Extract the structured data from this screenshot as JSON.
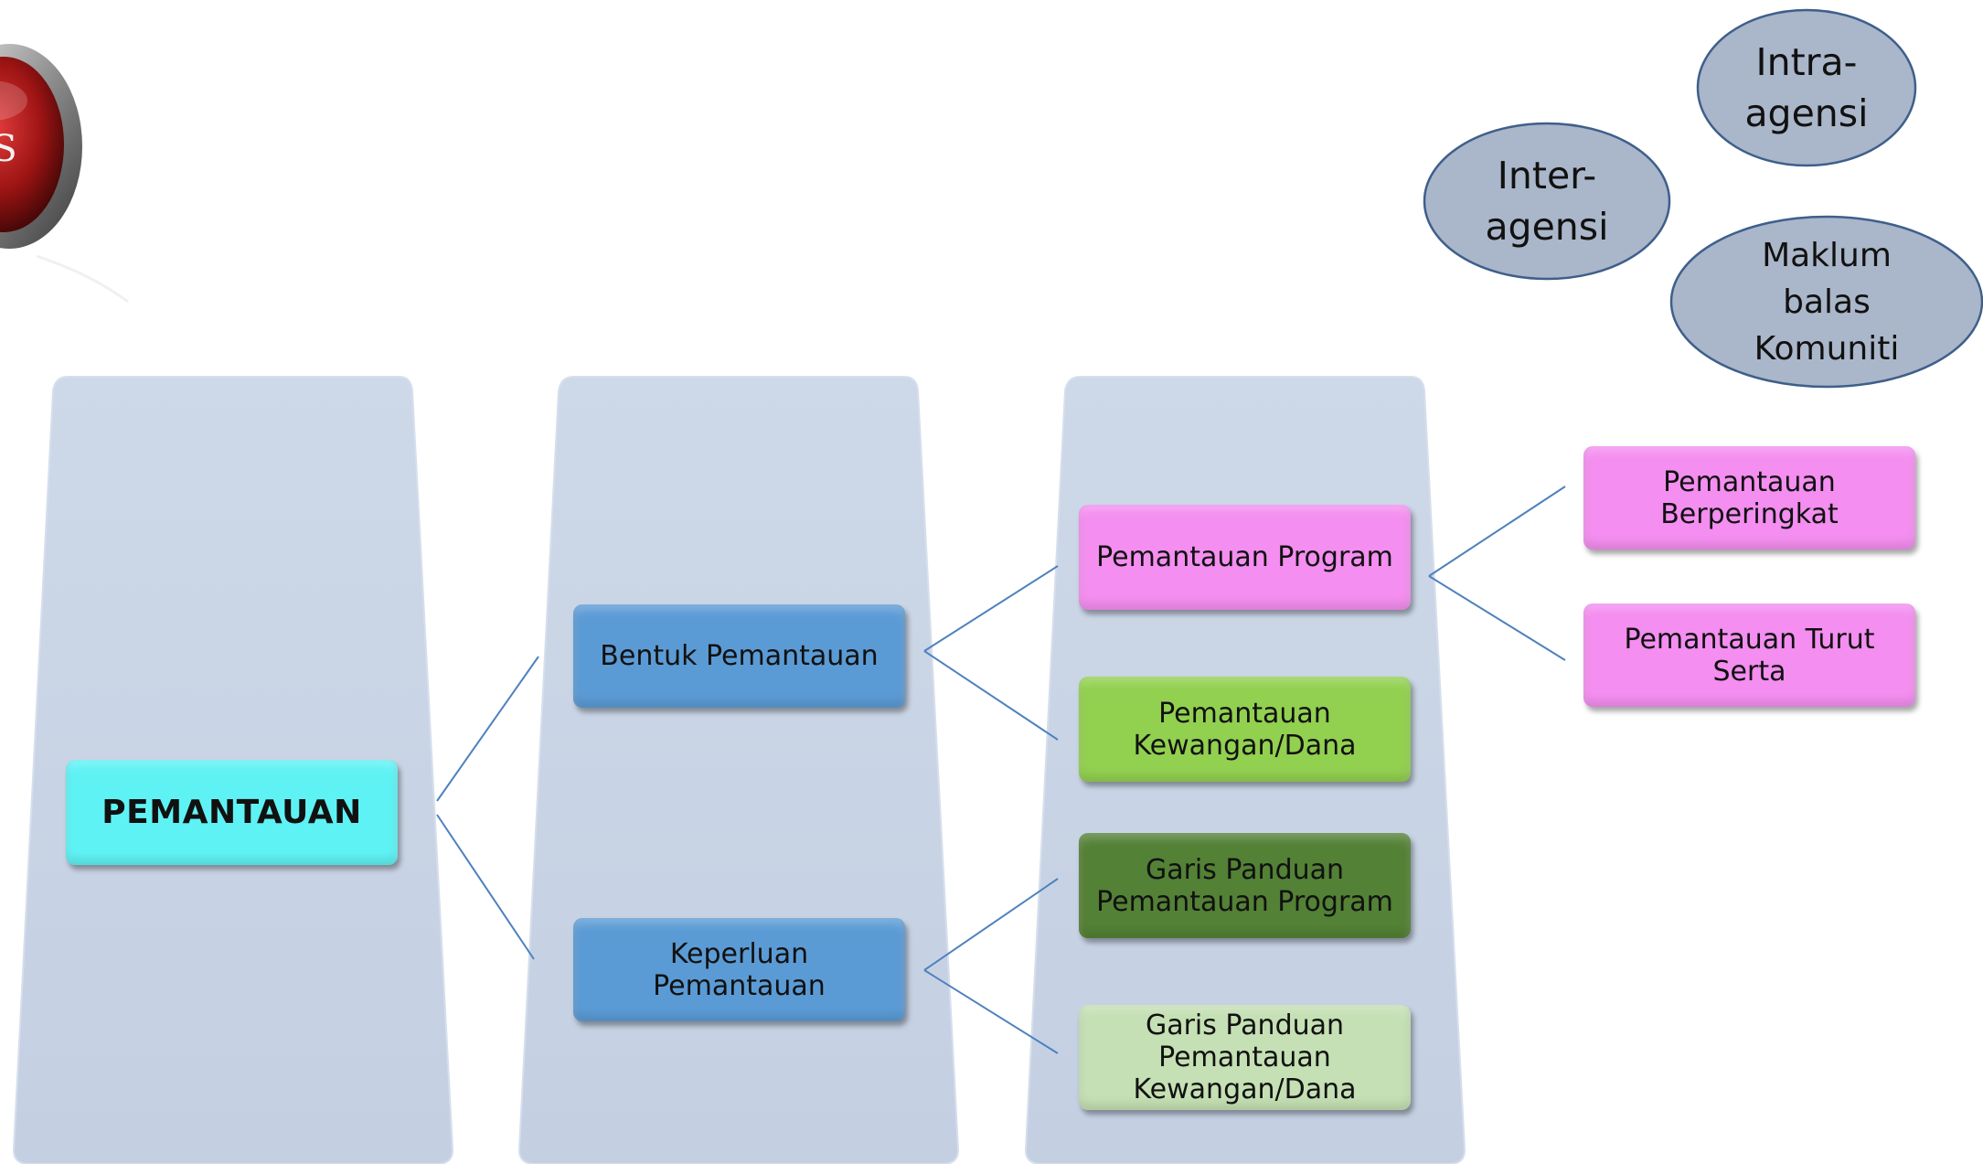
{
  "colors": {
    "panel": "#c9d5e6",
    "connector": "#4f81bd",
    "root_box": "#5ff2f4",
    "level1_box": "#5b9bd5",
    "program_pink": "#f48ef0",
    "finance_green": "#92d050",
    "guideline_dark_green": "#538135",
    "guideline_light_green": "#c5e0b4",
    "bubble_fill": "#aab6c9",
    "bubble_border": "#3e5f8a"
  },
  "logo": {
    "icon": "red-emblem-icon",
    "letter": "S"
  },
  "diagram": {
    "root": {
      "label": "PEMANTAUAN"
    },
    "level1": [
      {
        "label": "Bentuk Pemantauan"
      },
      {
        "label": "Keperluan\nPemantauan"
      }
    ],
    "level2": [
      {
        "label": "Pemantauan Program"
      },
      {
        "label": "Pemantauan\nKewangan/Dana"
      },
      {
        "label": "Garis Panduan\nPemantauan Program"
      },
      {
        "label": "Garis Panduan\nPemantauan\nKewangan/Dana"
      }
    ],
    "level3": [
      {
        "label": "Pemantauan\nBerperingkat"
      },
      {
        "label": "Pemantauan Turut\nSerta"
      }
    ]
  },
  "bubbles": [
    {
      "label": "Intra-\nagensi"
    },
    {
      "label": "Inter-\nagensi"
    },
    {
      "label": "Maklum\nbalas\nKomuniti"
    }
  ]
}
